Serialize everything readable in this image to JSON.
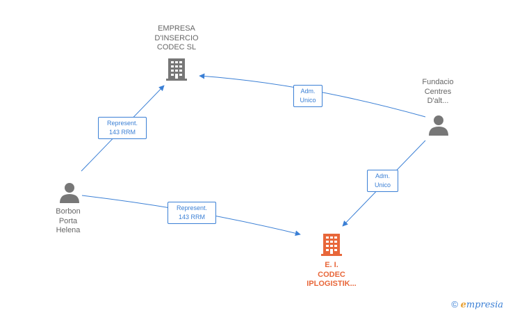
{
  "nodes": {
    "empresa_insercio": {
      "lines": [
        "EMPRESA",
        "D'INSERCIO",
        "CODEC SL"
      ],
      "type": "company",
      "color": "#777777"
    },
    "fundacio": {
      "lines": [
        "Fundacio",
        "Centres",
        "D'alt..."
      ],
      "type": "person",
      "color": "#777777"
    },
    "borbon": {
      "lines": [
        "Borbon",
        "Porta",
        "Helena"
      ],
      "type": "person",
      "color": "#777777"
    },
    "ei_codec": {
      "lines": [
        "E. I.",
        "CODEC",
        "IPLOGISTIK..."
      ],
      "type": "company",
      "color": "#e8673a"
    }
  },
  "edges": {
    "fundacio_to_insercio": {
      "line1": "Adm.",
      "line2": "Unico"
    },
    "fundacio_to_ei": {
      "line1": "Adm.",
      "line2": "Unico"
    },
    "borbon_to_insercio": {
      "line1": "Represent.",
      "line2": "143 RRM"
    },
    "borbon_to_ei": {
      "line1": "Represent.",
      "line2": "143 RRM"
    }
  },
  "colors": {
    "edge": "#3a7fd5",
    "text": "#666666",
    "accent": "#e8673a"
  },
  "footer": {
    "copyright": "©",
    "brand": "mpresia",
    "brand_initial": "e"
  }
}
